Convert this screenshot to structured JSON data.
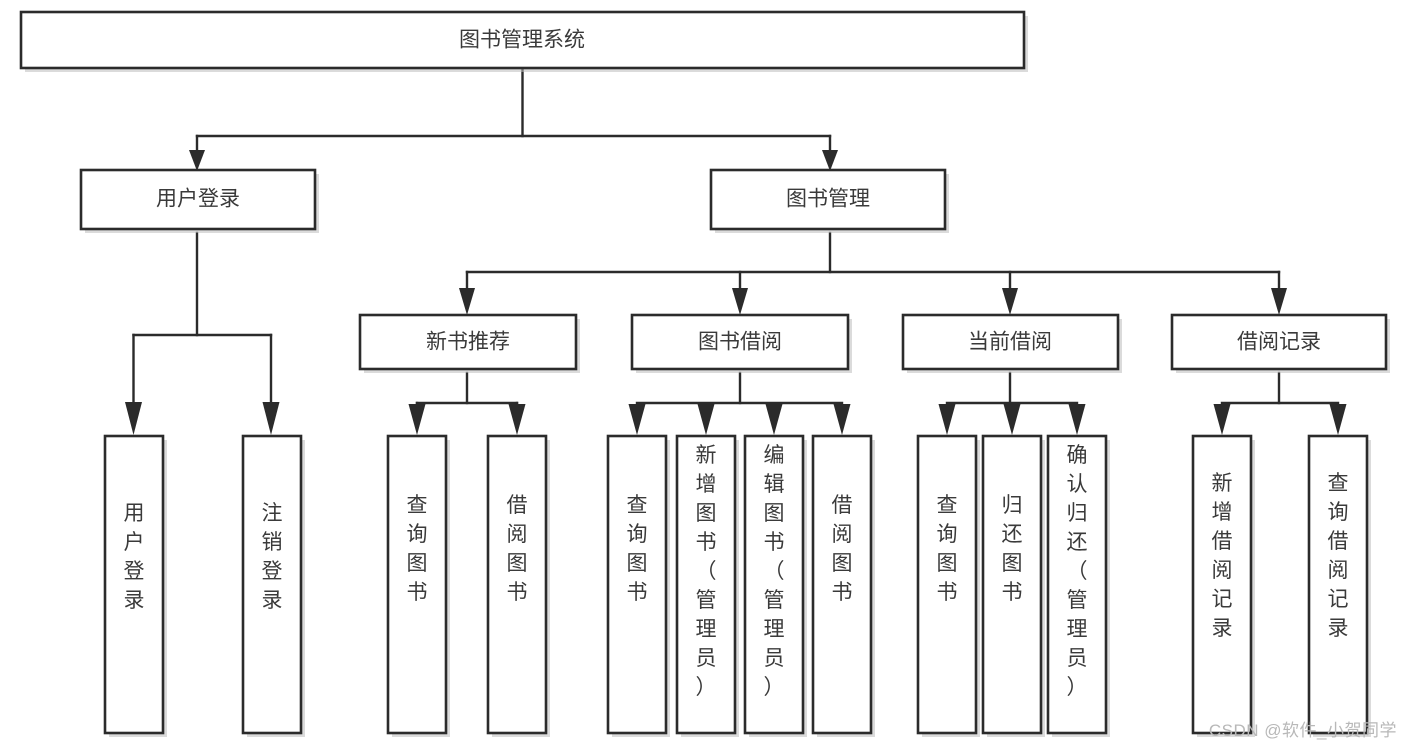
{
  "diagram": {
    "type": "tree-hierarchy-chart",
    "title": "图书管理系统",
    "orientation": "top-down",
    "colors": {
      "box_fill": "#ffffff",
      "box_stroke": "#2b2b2b",
      "text": "#3a3a3a",
      "background": "#ffffff",
      "watermark": "#b8b8b8"
    },
    "root": {
      "label": "图书管理系统"
    },
    "level1": [
      {
        "label": "用户登录"
      },
      {
        "label": "图书管理"
      }
    ],
    "level2": [
      {
        "label": "新书推荐",
        "parent": "图书管理"
      },
      {
        "label": "图书借阅",
        "parent": "图书管理"
      },
      {
        "label": "当前借阅",
        "parent": "图书管理"
      },
      {
        "label": "借阅记录",
        "parent": "图书管理"
      }
    ],
    "leaves": {
      "用户登录": [
        {
          "label": "用户登录"
        },
        {
          "label": "注销登录"
        }
      ],
      "新书推荐": [
        {
          "label": "查询图书"
        },
        {
          "label": "借阅图书"
        }
      ],
      "图书借阅": [
        {
          "label": "查询图书"
        },
        {
          "label": "新增图书（管理员）"
        },
        {
          "label": "编辑图书（管理员）"
        },
        {
          "label": "借阅图书"
        }
      ],
      "当前借阅": [
        {
          "label": "查询图书"
        },
        {
          "label": "归还图书"
        },
        {
          "label": "确认归还（管理员）"
        }
      ],
      "借阅记录": [
        {
          "label": "新增借阅记录"
        },
        {
          "label": "查询借阅记录"
        }
      ]
    }
  },
  "watermark": {
    "text": "CSDN @软件_小贺同学"
  }
}
